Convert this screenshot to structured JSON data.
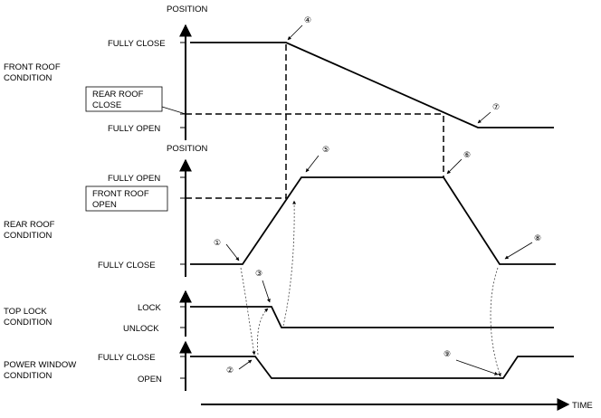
{
  "rows": {
    "front_roof": {
      "axis_title": "POSITION",
      "condition_line1": "FRONT ROOF",
      "condition_line2": "CONDITION",
      "level_high": "FULLY CLOSE",
      "level_low": "FULLY OPEN",
      "ref_box_line1": "REAR ROOF",
      "ref_box_line2": "CLOSE"
    },
    "rear_roof": {
      "axis_title": "POSITION",
      "condition_line1": "REAR ROOF",
      "condition_line2": "CONDITION",
      "level_high": "FULLY OPEN",
      "level_low": "FULLY CLOSE",
      "ref_box_line1": "FRONT ROOF",
      "ref_box_line2": "OPEN"
    },
    "top_lock": {
      "condition_line1": "TOP LOCK",
      "condition_line2": "CONDITION",
      "level_high": "LOCK",
      "level_low": "UNLOCK"
    },
    "power_window": {
      "condition_line1": "POWER WINDOW",
      "condition_line2": "CONDITION",
      "level_high": "FULLY CLOSE",
      "level_low": "OPEN"
    }
  },
  "time_label": "TIME",
  "markers": [
    "①",
    "②",
    "③",
    "④",
    "⑤",
    "⑥",
    "⑦",
    "⑧",
    "⑨"
  ]
}
